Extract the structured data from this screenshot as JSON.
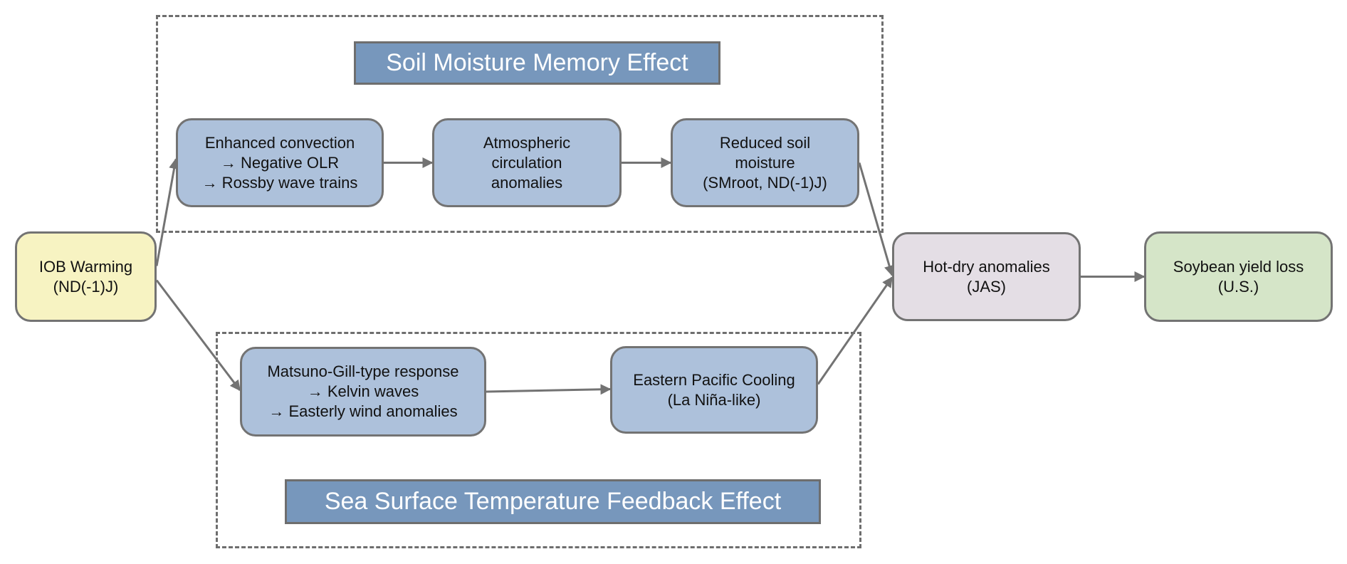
{
  "colors": {
    "source": "#f7f3c2",
    "process": "#adc1db",
    "outcome": "#e4dee5",
    "impact": "#d5e5c8",
    "group_title": "#7797bc",
    "stroke": "#737373"
  },
  "groups": {
    "soil": {
      "title": "Soil Moisture Memory Effect"
    },
    "sst": {
      "title": "Sea Surface Temperature Feedback Effect"
    }
  },
  "nodes": {
    "iob": {
      "lines": [
        "IOB Warming",
        "(ND(-1)J)"
      ]
    },
    "enhanced": {
      "lines": [
        "Enhanced convection",
        "→ Negative OLR",
        "→ Rossby wave trains"
      ]
    },
    "atmospheric": {
      "lines": [
        "Atmospheric",
        "circulation",
        "anomalies"
      ]
    },
    "reduced": {
      "lines": [
        "Reduced soil",
        "moisture",
        "(SMroot, ND(-1)J)"
      ]
    },
    "matsuno": {
      "lines": [
        "Matsuno-Gill-type response",
        "→ Kelvin waves",
        "→ Easterly wind anomalies"
      ]
    },
    "eastern": {
      "lines": [
        "Eastern Pacific Cooling",
        "(La Niña-like)"
      ]
    },
    "hotdry": {
      "lines": [
        "Hot-dry anomalies",
        "(JAS)"
      ]
    },
    "soybean": {
      "lines": [
        "Soybean yield loss",
        "(U.S.)"
      ]
    }
  },
  "edges": [
    {
      "from": "iob",
      "to": "enhanced"
    },
    {
      "from": "iob",
      "to": "matsuno"
    },
    {
      "from": "enhanced",
      "to": "atmospheric"
    },
    {
      "from": "atmospheric",
      "to": "reduced"
    },
    {
      "from": "reduced",
      "to": "hotdry"
    },
    {
      "from": "matsuno",
      "to": "eastern"
    },
    {
      "from": "eastern",
      "to": "hotdry"
    },
    {
      "from": "hotdry",
      "to": "soybean"
    }
  ]
}
